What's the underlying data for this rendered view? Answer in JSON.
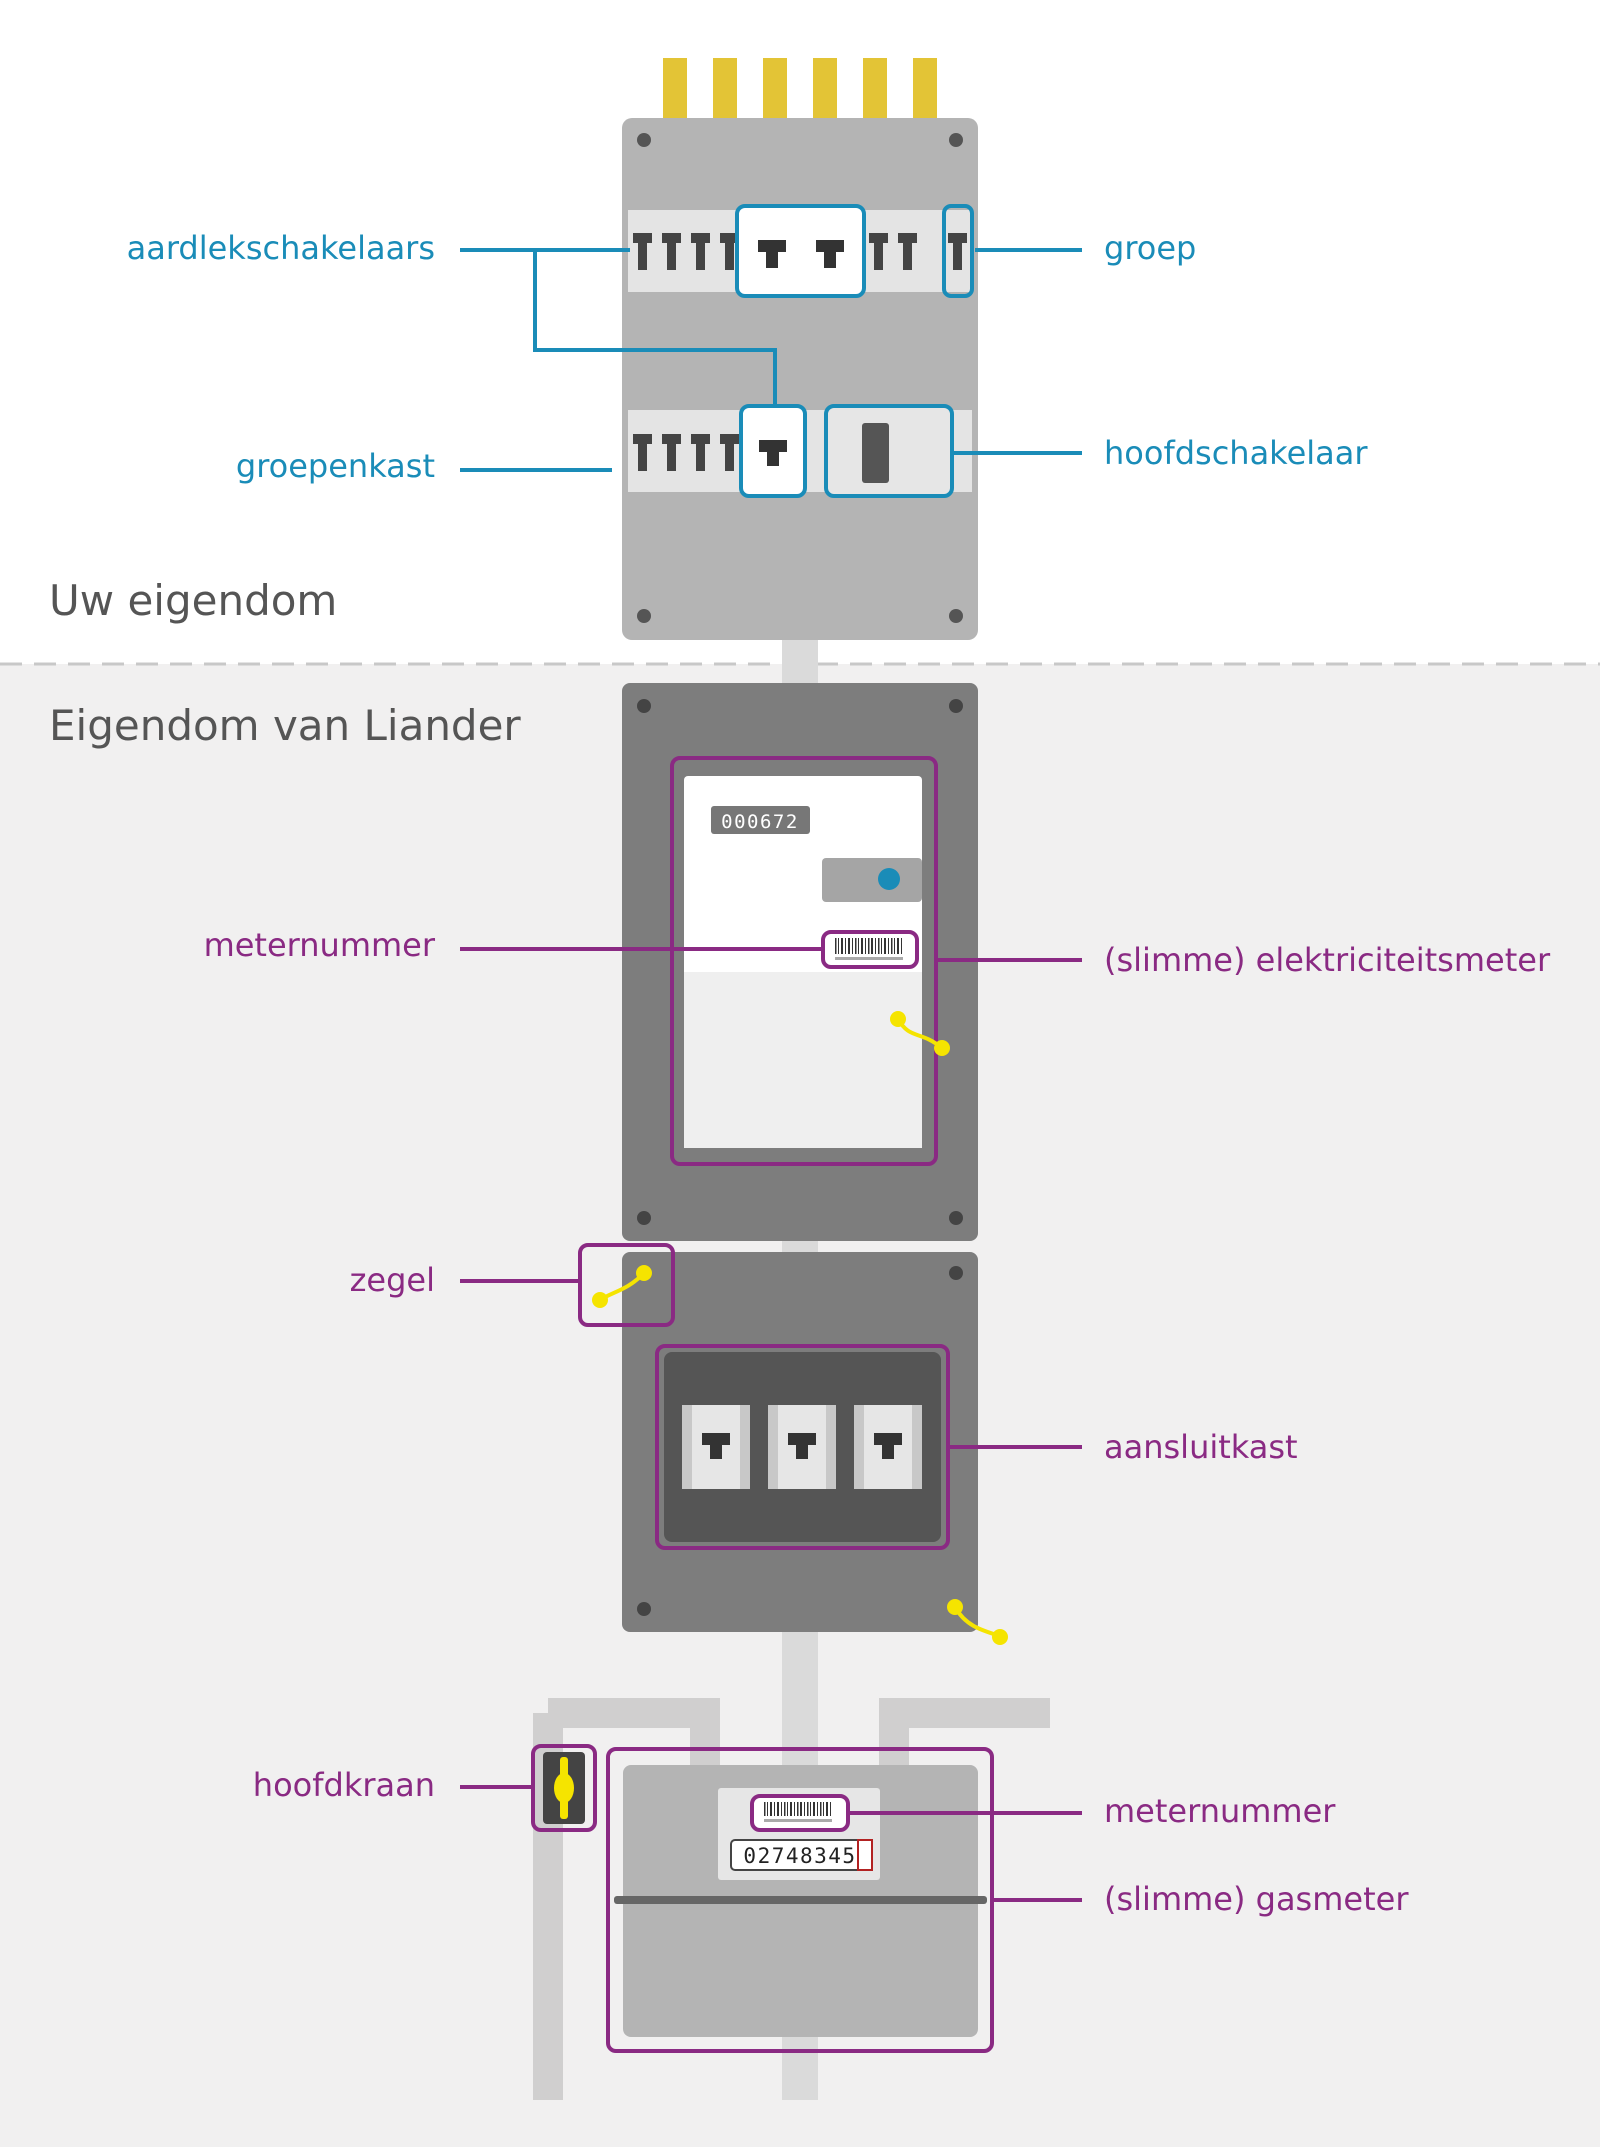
{
  "sections": {
    "top": "Uw eigendom",
    "bottom": "Eigendom van Liander"
  },
  "labels": {
    "aardlekschakelaars": "aardlekschakelaars",
    "groep": "groep",
    "groepenkast": "groepenkast",
    "hoofdschakelaar": "hoofdschakelaar",
    "meternummer_elec": "meternummer",
    "elektriciteitsmeter": "(slimme) elektriciteitsmeter",
    "zegel": "zegel",
    "aansluitkast": "aansluitkast",
    "hoofdkraan": "hoofdkraan",
    "meternummer_gas": "meternummer",
    "gasmeter": "(slimme) gasmeter"
  },
  "readings": {
    "electricity": "000672",
    "gas": "02748345"
  },
  "colors": {
    "blue": "#1a8cb8",
    "purple": "#8a2a83",
    "yellow": "#f5e400",
    "mustard": "#e3c436"
  }
}
